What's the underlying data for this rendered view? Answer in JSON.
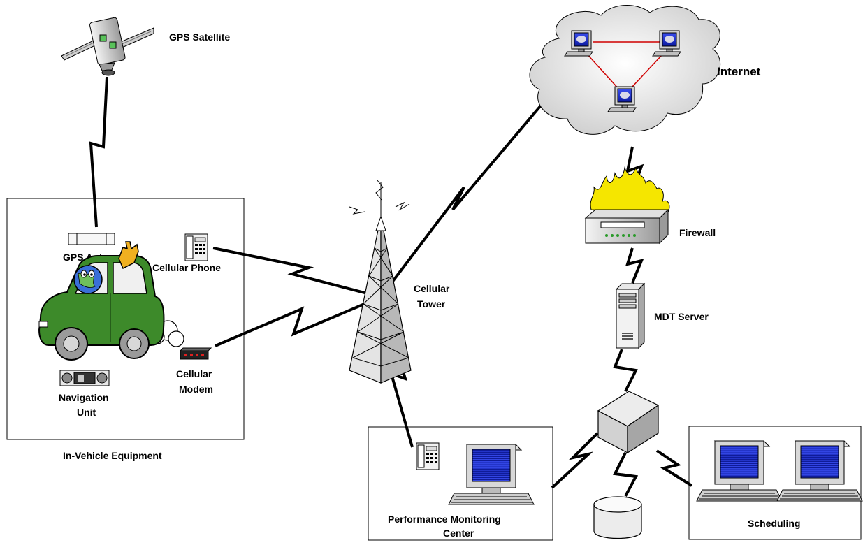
{
  "labels": {
    "gps_satellite": "GPS Satellite",
    "internet": "Internet",
    "firewall": "Firewall",
    "mdt_server": "MDT Server",
    "cellular_tower_1": "Cellular",
    "cellular_tower_2": "Tower",
    "gps_antenna": "GPS Antenna",
    "cellular_phone": "Cellular Phone",
    "cellular_modem_1": "Cellular",
    "cellular_modem_2": "Modem",
    "navigation_unit_1": "Navigation",
    "navigation_unit_2": "Unit",
    "in_vehicle_equipment": "In-Vehicle Equipment",
    "performance_center_1": "Performance Monitoring",
    "performance_center_2": "Center",
    "scheduling": "Scheduling"
  },
  "icons": {
    "satellite": "satellite-icon",
    "cloud": "cloud-icon",
    "firewall": "firewall-icon",
    "server": "server-tower-icon",
    "switch": "network-switch-icon",
    "database": "database-icon",
    "tower": "cellular-tower-icon",
    "phone": "desk-phone-icon",
    "modem": "modem-icon",
    "car": "car-icon",
    "workstation": "workstation-icon"
  },
  "colors": {
    "car_body": "#3d8a2a",
    "screen": "#1a2ad0",
    "flame": "#f5e600",
    "cloud_fill": "#dcdcdc",
    "internet_link": "#d00000"
  }
}
